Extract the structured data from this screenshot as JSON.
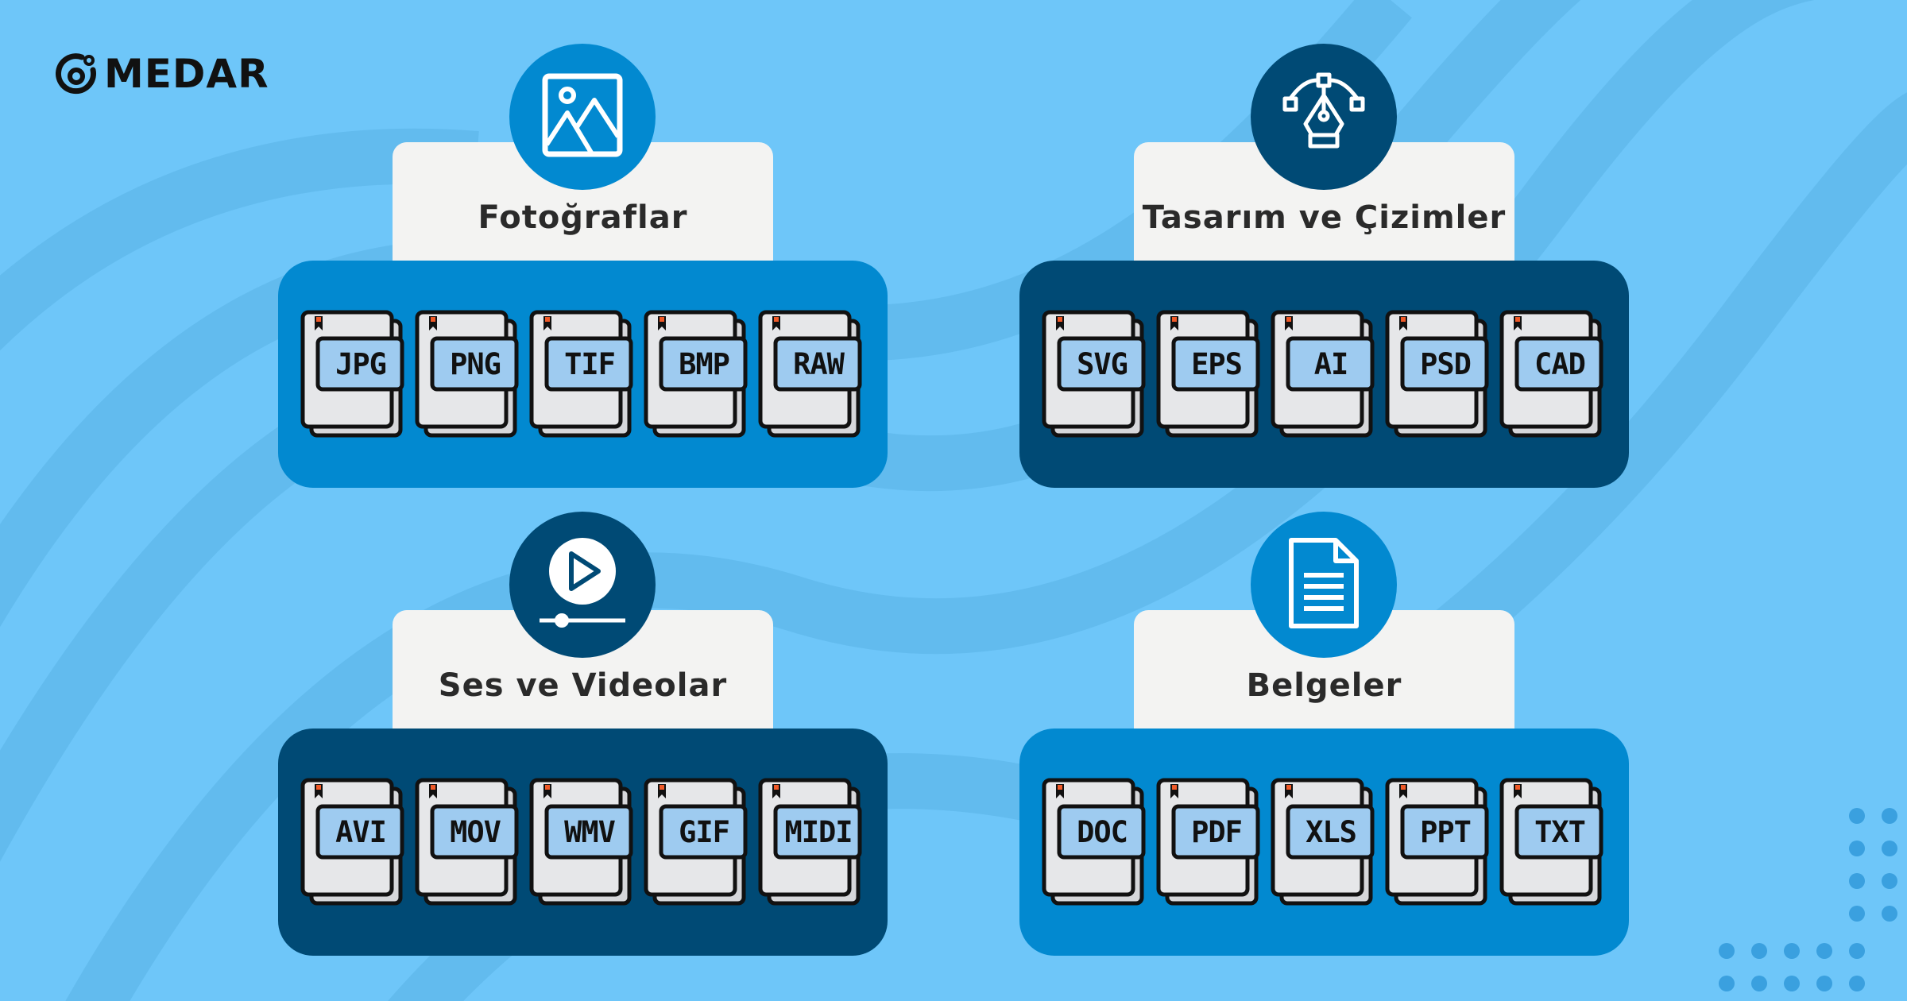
{
  "brand": {
    "name": "MEDAR"
  },
  "colors": {
    "background": "#6ec6f9",
    "blue_panel": "#0289d0",
    "dark_panel": "#004a75",
    "card": "#f3f3f2",
    "tag": "#9ecbf0"
  },
  "groups": [
    {
      "title": "Fotoğraflar",
      "icon": "image-icon",
      "theme": "blue",
      "files": [
        "JPG",
        "PNG",
        "TIF",
        "BMP",
        "RAW"
      ]
    },
    {
      "title": "Tasarım ve Çizimler",
      "icon": "pen-tool-icon",
      "theme": "dark",
      "files": [
        "SVG",
        "EPS",
        "AI",
        "PSD",
        "CAD"
      ]
    },
    {
      "title": "Ses ve Videolar",
      "icon": "video-player-icon",
      "theme": "dark",
      "files": [
        "AVI",
        "MOV",
        "WMV",
        "GIF",
        "MIDI"
      ]
    },
    {
      "title": "Belgeler",
      "icon": "document-icon",
      "theme": "blue",
      "files": [
        "DOC",
        "PDF",
        "XLS",
        "PPT",
        "TXT"
      ]
    }
  ]
}
